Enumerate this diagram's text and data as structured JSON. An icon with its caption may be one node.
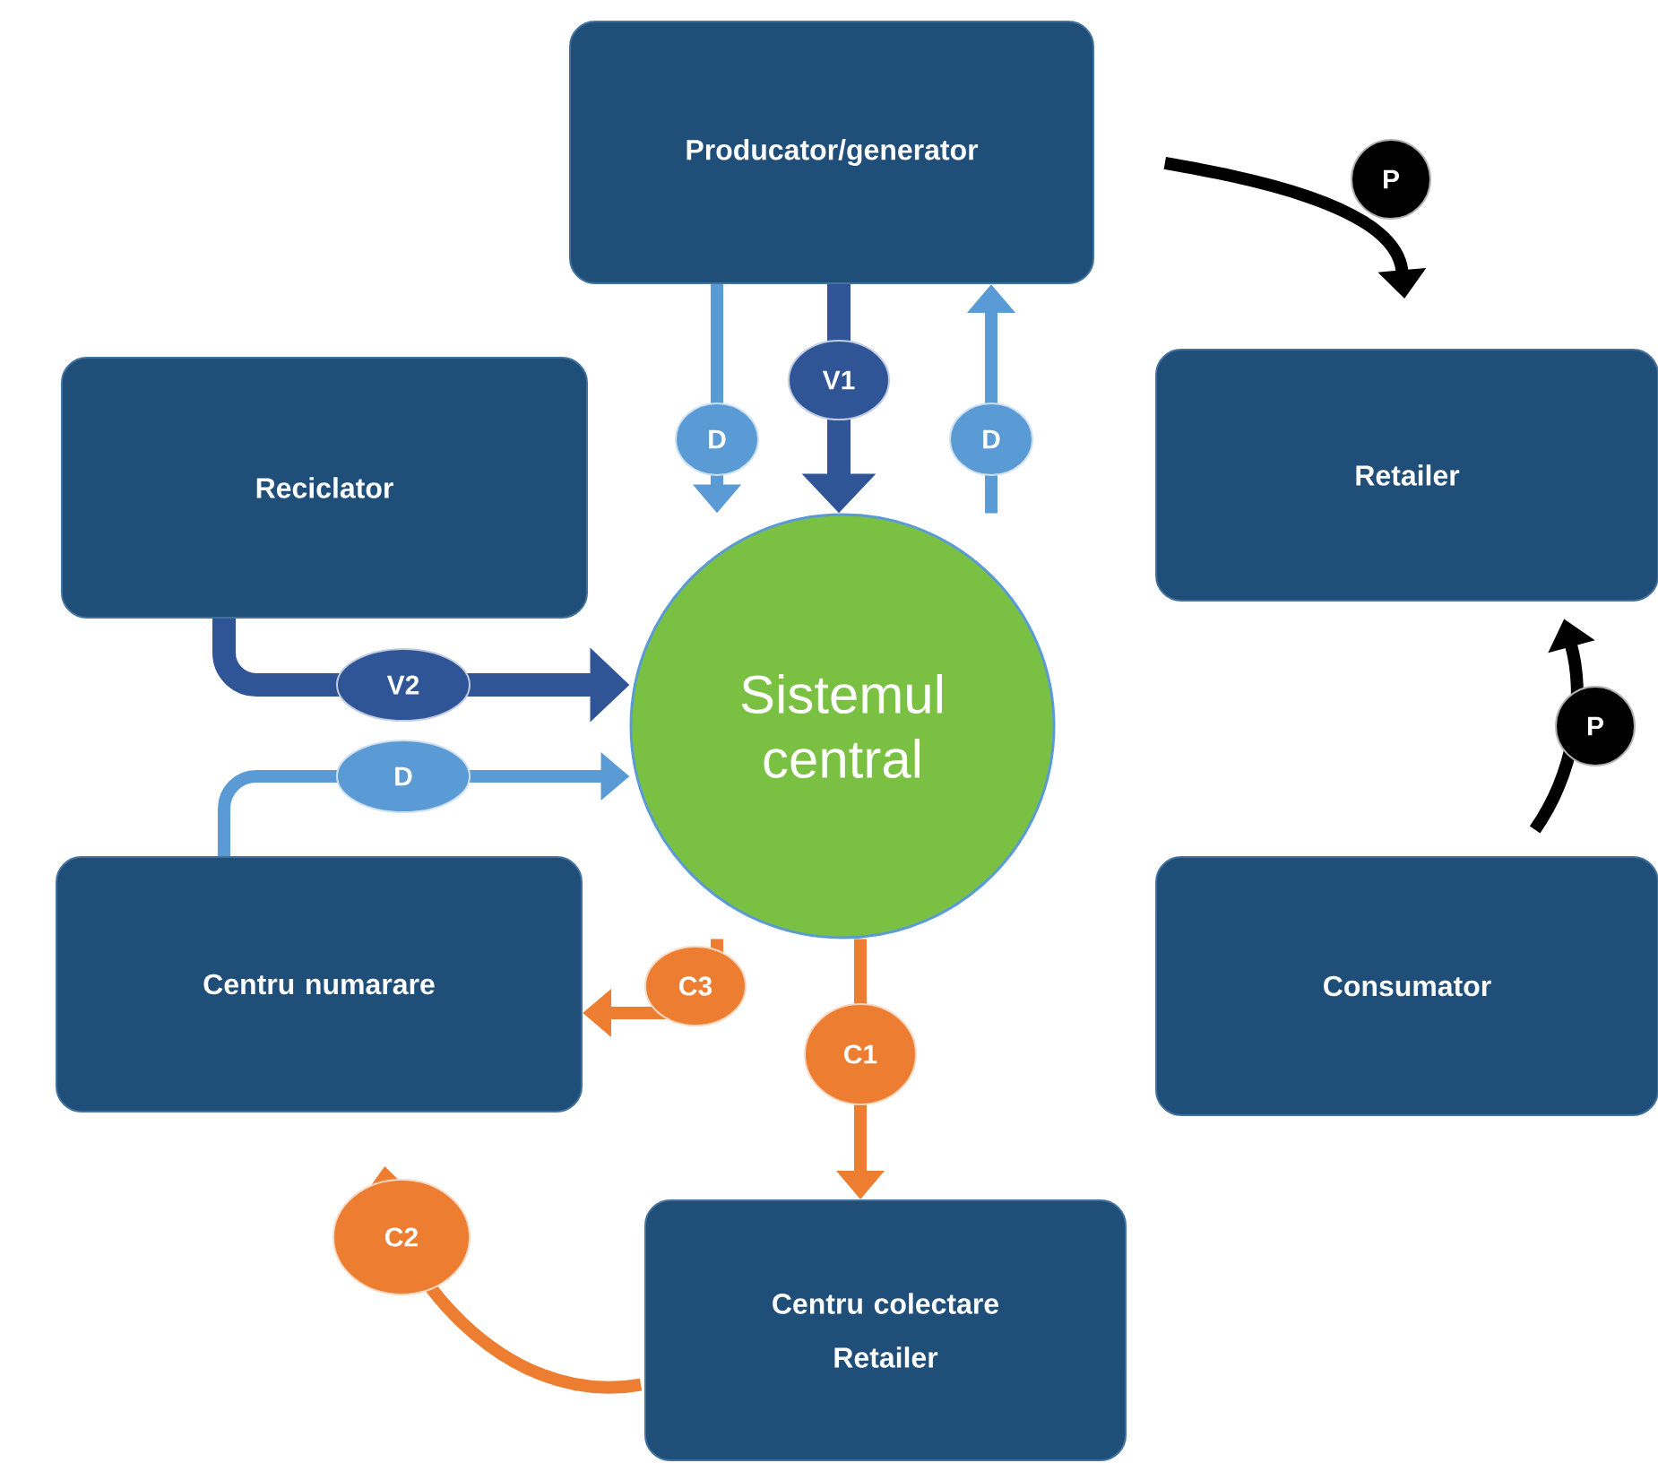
{
  "diagram": {
    "nodes": [
      {
        "text": [
          "Producator/generator"
        ]
      },
      {
        "text": [
          "Retailer"
        ]
      },
      {
        "text": [
          "Reciclator"
        ]
      },
      {
        "text": [
          "Sistemul central"
        ]
      },
      {
        "text": [
          "Centru numarare"
        ]
      },
      {
        "text": [
          "Consumator"
        ]
      },
      {
        "text": [
          "Centru colectare Retailer"
        ]
      }
    ],
    "edges": [
      {
        "from": 0,
        "to": 3,
        "arrow": "to",
        "label": "D",
        "color": "#5b9bd5"
      },
      {
        "from": 0,
        "to": 3,
        "arrow": "to",
        "label": "V1",
        "color": "#2f5597",
        "style": "thick"
      },
      {
        "from": 3,
        "to": 0,
        "arrow": "to",
        "label": "D",
        "color": "#5b9bd5"
      },
      {
        "from": 2,
        "to": 3,
        "arrow": "to",
        "label": "V2",
        "color": "#2f5597",
        "style": "thick"
      },
      {
        "from": 4,
        "to": 3,
        "arrow": "to",
        "label": "D",
        "color": "#5b9bd5"
      },
      {
        "from": 3,
        "to": 4,
        "arrow": "to",
        "label": "C3",
        "color": "#ed7d31"
      },
      {
        "from": 3,
        "to": 6,
        "arrow": "to",
        "label": "C1",
        "color": "#ed7d31"
      },
      {
        "from": 6,
        "to": 4,
        "arrow": "to",
        "label": "C2",
        "color": "#ed7d31"
      },
      {
        "from": 0,
        "to": 1,
        "arrow": "to",
        "label": "P",
        "color": "#000000"
      },
      {
        "from": 5,
        "to": 1,
        "arrow": "to",
        "label": "P",
        "color": "#000000"
      }
    ]
  }
}
